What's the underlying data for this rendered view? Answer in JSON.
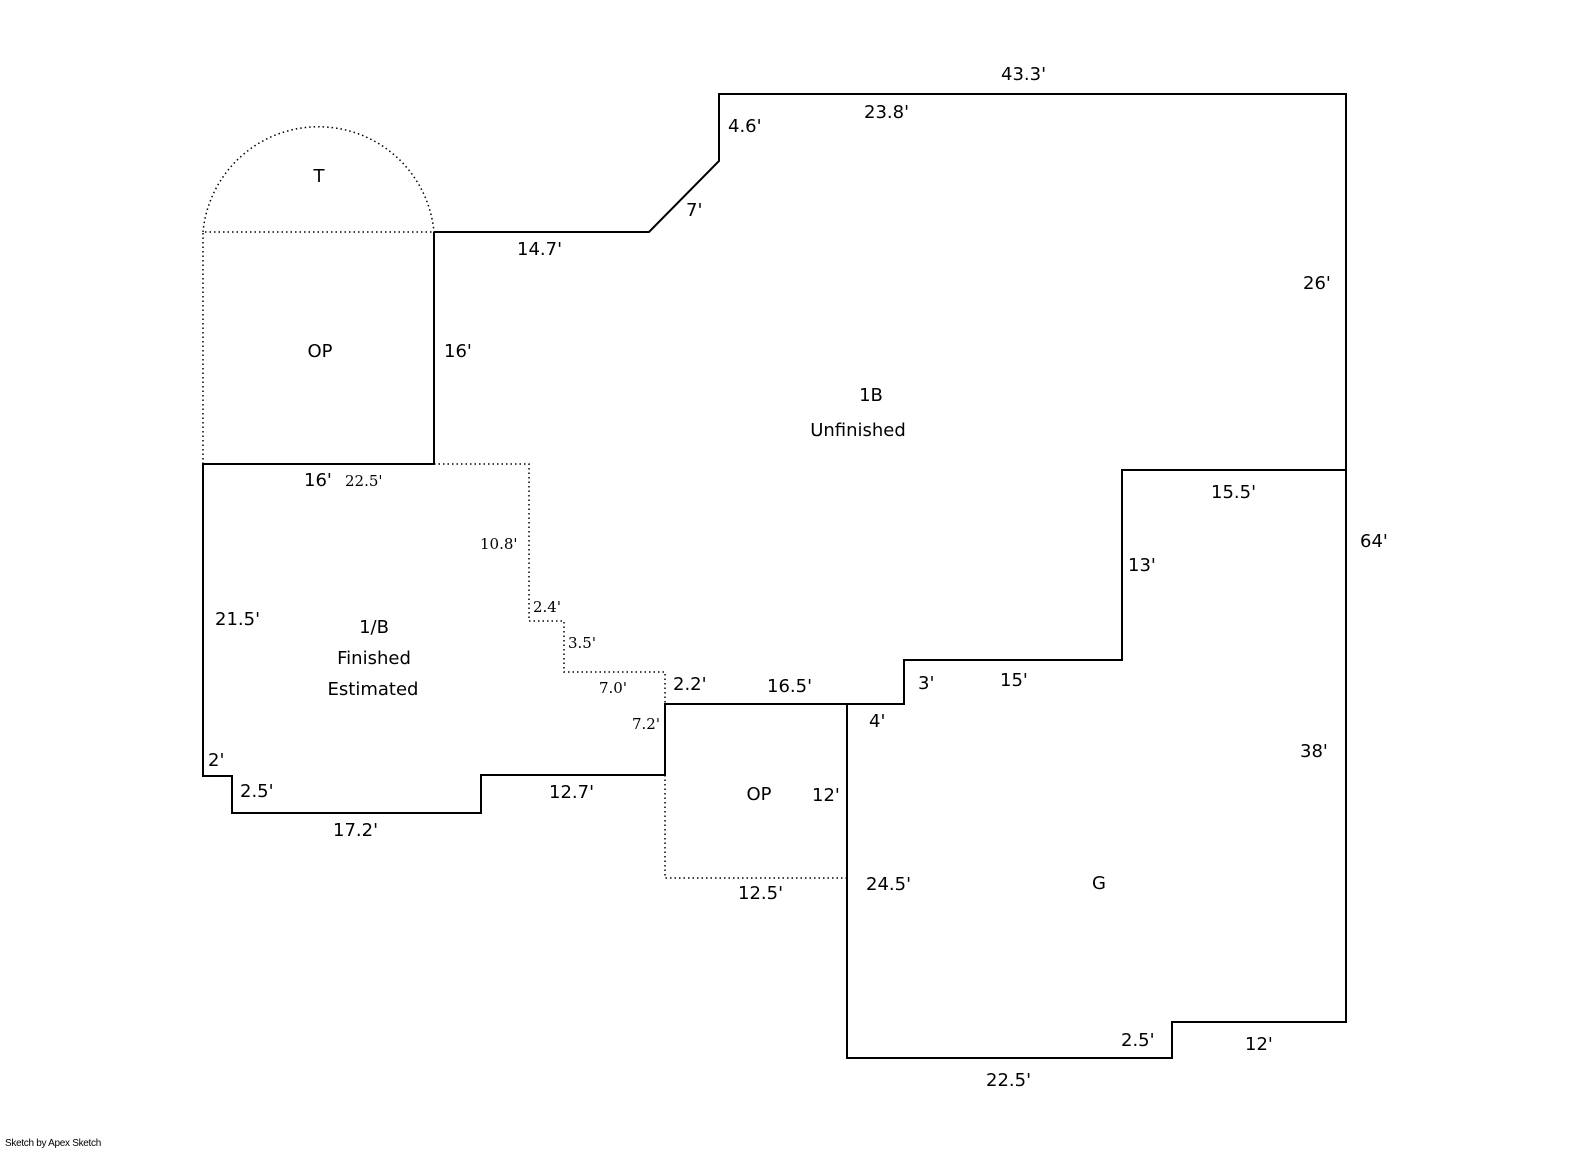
{
  "areas": {
    "unfinished": {
      "code": "1B",
      "status": "Unfinished"
    },
    "finished": {
      "code": "1/B",
      "status": "Finished",
      "note": "Estimated"
    },
    "garage": {
      "code": "G"
    },
    "patio_top": {
      "code": "OP"
    },
    "patio_bottom": {
      "code": "OP"
    },
    "terrace": {
      "code": "T"
    }
  },
  "dimensions": {
    "top_width": "43.3'",
    "top_inner": "23.8'",
    "step_up": "4.6'",
    "diagonal": "7'",
    "ledge": "14.7'",
    "right_upper": "26'",
    "right_total": "64'",
    "patio_side": "16'",
    "patio_bottom_edge": "16'",
    "finished_top": "22.5'",
    "dotted_10_8": "10.8'",
    "dotted_2_4": "2.4'",
    "dotted_3_5": "3.5'",
    "dotted_7_0": "7.0'",
    "dotted_7_2": "7.2'",
    "notch_2_2": "2.2'",
    "ledge_16_5": "16.5'",
    "step_3": "3'",
    "ledge_15": "15'",
    "step_13": "13'",
    "garage_top": "15.5'",
    "garage_right": "38'",
    "garage_notch_4": "4'",
    "op_side": "12'",
    "op_bottom": "12.5'",
    "garage_left": "24.5'",
    "garage_notch_2_5": "2.5'",
    "garage_bottom_right": "12'",
    "garage_bottom": "22.5'",
    "finished_left": "21.5'",
    "finished_notch_2": "2'",
    "finished_notch_2_5": "2.5'",
    "finished_bottom_left": "17.2'",
    "finished_bottom_right": "12.7'"
  },
  "footer": {
    "credit": "Sketch by Apex Sketch"
  }
}
